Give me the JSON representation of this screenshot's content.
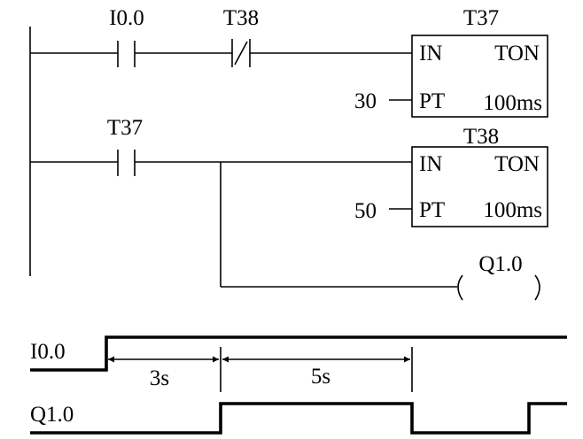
{
  "ladder": {
    "rung1": {
      "contact_no_label": "I0.0",
      "contact_nc_label": "T38",
      "timer": {
        "name": "T37",
        "in_label": "IN",
        "type_label": "TON",
        "pt_label": "PT",
        "base_label": "100ms",
        "preset": "30"
      }
    },
    "rung2": {
      "contact_label": "T37",
      "timer": {
        "name": "T38",
        "in_label": "IN",
        "type_label": "TON",
        "pt_label": "PT",
        "base_label": "100ms",
        "preset": "50"
      },
      "coil_label": "Q1.0"
    }
  },
  "timing": {
    "signals": [
      {
        "label": "I0.0"
      },
      {
        "label": "Q1.0"
      }
    ],
    "intervals": [
      {
        "label": "3s"
      },
      {
        "label": "5s"
      }
    ]
  }
}
